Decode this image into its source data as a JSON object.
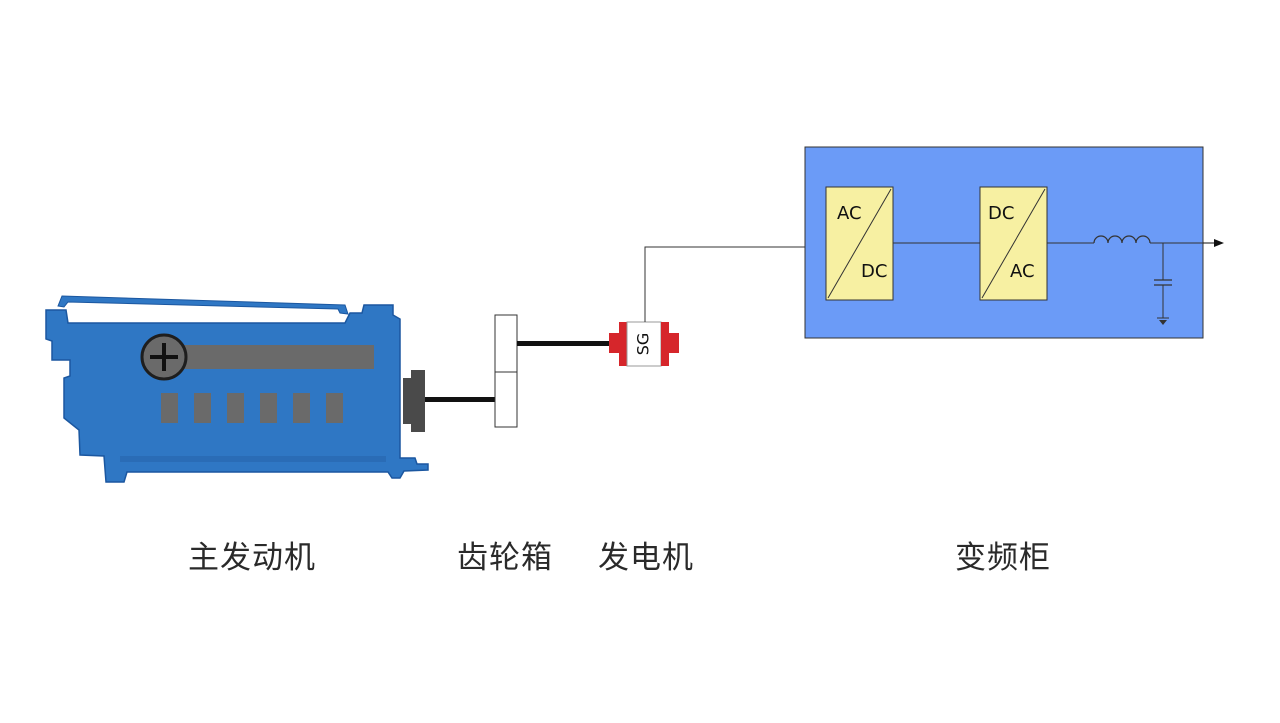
{
  "labels": {
    "engine": "主发动机",
    "gearbox": "齿轮箱",
    "generator": "发电机",
    "converter": "变频柜"
  },
  "generator_tag": "SG",
  "converter": {
    "rectifier_in": "AC",
    "rectifier_out": "DC",
    "inverter_in": "DC",
    "inverter_out": "AC"
  },
  "colors": {
    "engine_blue": "#2f77c4",
    "engine_dark": "#1b57a0",
    "cabinet_blue": "#6b9bf7",
    "module_yellow": "#f7f0a2",
    "generator_red": "#d6262b",
    "gray_block": "#6a6a6a"
  }
}
